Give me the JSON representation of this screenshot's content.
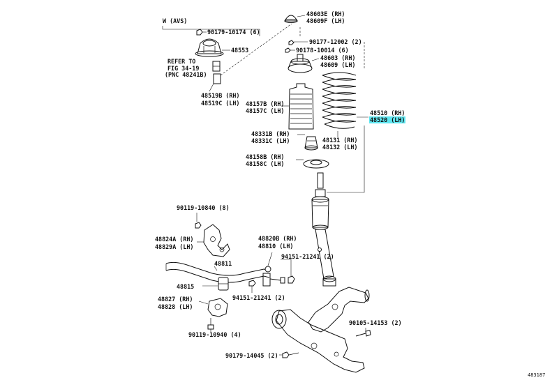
{
  "labels": {
    "w_avs": "W (AVS)",
    "p90179_10174": "90179-10174 (6)",
    "p48553": "48553",
    "refer_line1": "REFER TO",
    "refer_line2": "FIG 34-19",
    "refer_line3": "(PNC 48241B)",
    "p48519b": "48519B (RH)",
    "p48519c": "48519C (LH)",
    "p48603e": "48603E (RH)",
    "p48609f": "48609F (LH)",
    "p90177": "90177-12002 (2)",
    "p90178": "90178-10014 (6)",
    "p48603": "48603 (RH)",
    "p48609": "48609 (LH)",
    "p48157b": "48157B (RH)",
    "p48157c": "48157C (LH)",
    "p48510": "48510 (RH)",
    "p48520": "48520 (LH)",
    "p48331b": "48331B (RH)",
    "p48331c": "48331C (LH)",
    "p48131": "48131 (RH)",
    "p48132": "48132 (LH)",
    "p48158b": "48158B (RH)",
    "p48158c": "48158C (LH)",
    "p90119_10840": "90119-10840 (8)",
    "p48824a": "48824A (RH)",
    "p48829a": "48829A (LH)",
    "p48820b": "48820B (RH)",
    "p48810": "48810 (LH)",
    "p48811": "48811",
    "p94151_a": "94151-21241 (2)",
    "p48815": "48815",
    "p94151_b": "94151-21241 (2)",
    "p48827": "48827 (RH)",
    "p48828": "48828 (LH)",
    "p90105": "90105-14153 (2)",
    "p90119_10940": "90119-10940 (4)",
    "p90179_14045": "90179-14045 (2)",
    "fig_id": "483187"
  },
  "colors": {
    "line": "#111111",
    "highlight": "#5fe6f0",
    "background": "#ffffff"
  }
}
